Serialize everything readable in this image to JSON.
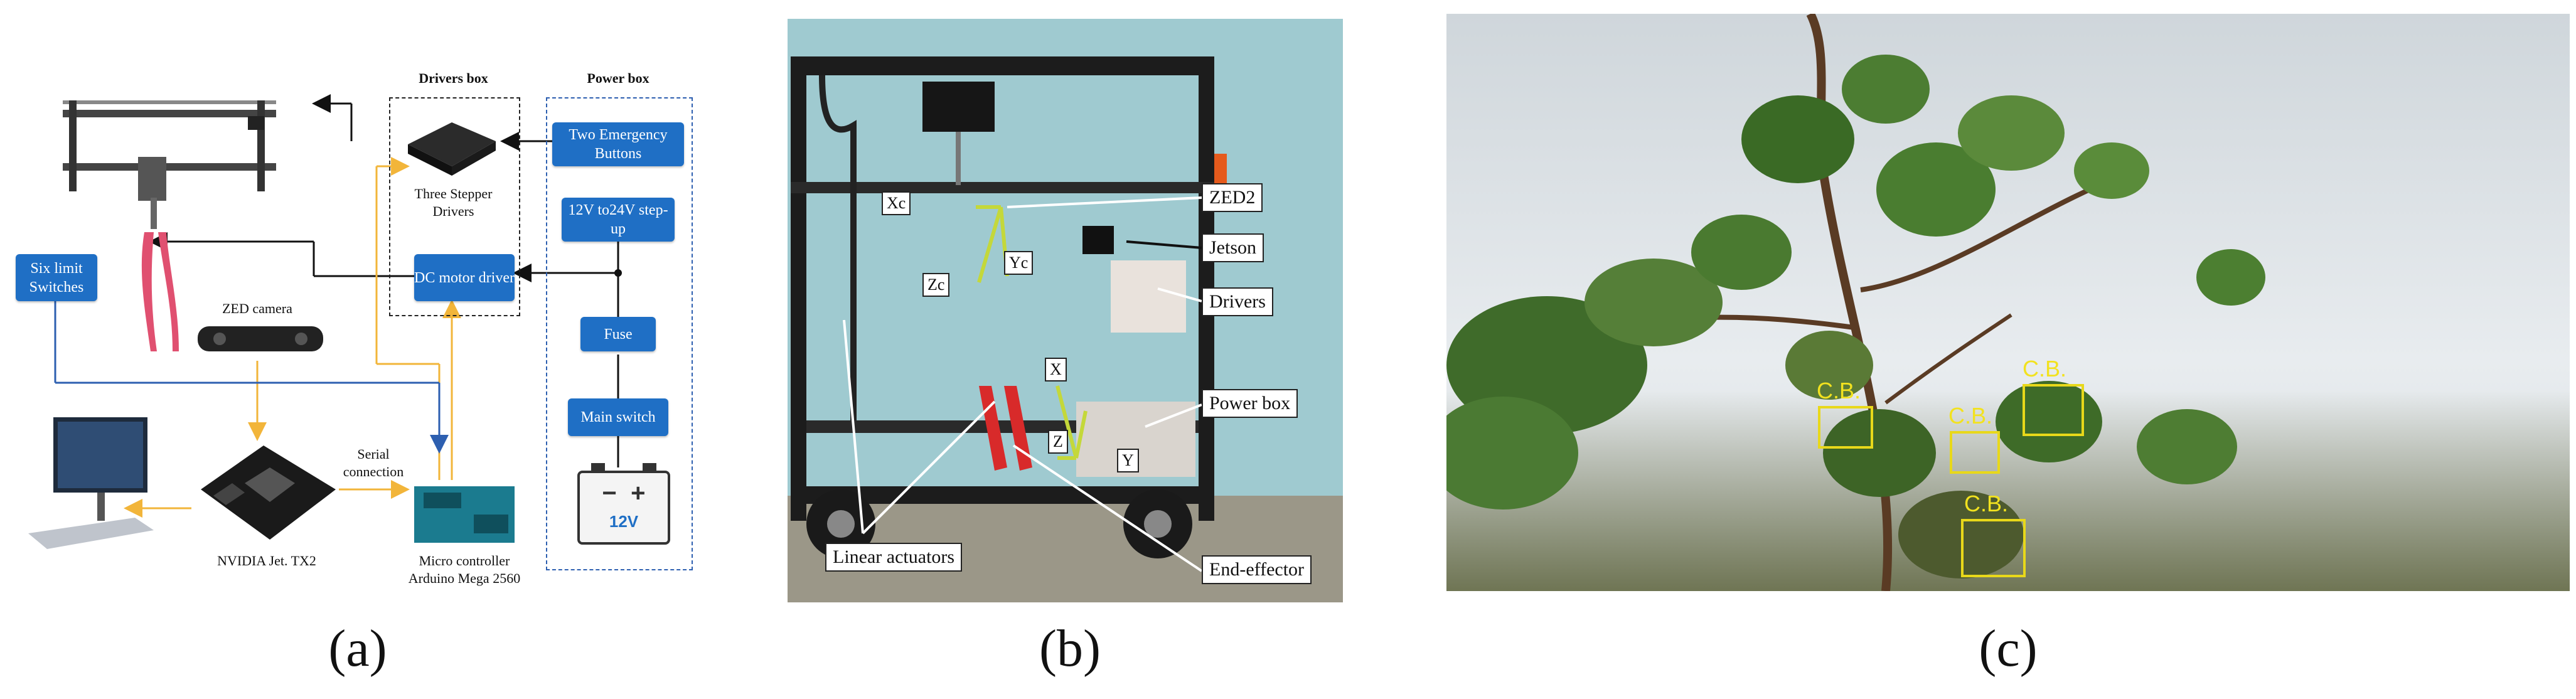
{
  "panel_a": {
    "caption": "(a)",
    "groups": {
      "drivers_box": "Drivers box",
      "power_box": "Power box"
    },
    "boxes": {
      "emergency": "Two Emergency Buttons",
      "stepup": "12V to24V step-up",
      "fuse": "Fuse",
      "main_switch": "Main switch",
      "dc_driver": "DC motor driver",
      "limit_switches": "Six limit Switches"
    },
    "labels": {
      "stepper": "Three Stepper Drivers",
      "zed": "ZED camera",
      "serial": "Serial connection",
      "jetson": "NVIDIA Jet. TX2",
      "mcu": "Micro controller Arduino Mega 2560"
    },
    "battery_label": "12V",
    "colors": {
      "box_blue": "#1f6fc5",
      "wire_yellow": "#f2b53a",
      "wire_blue": "#2d5fb0"
    }
  },
  "panel_b": {
    "caption": "(b)",
    "callouts": {
      "zed2": "ZED2",
      "jetson": "Jetson",
      "drivers": "Drivers",
      "power_box": "Power box",
      "linear": "Linear actuators",
      "end_effector": "End-effector"
    },
    "axes": {
      "xc": "Xc",
      "yc": "Yc",
      "zc": "Zc",
      "x": "X",
      "y": "Y",
      "z": "Z"
    }
  },
  "panel_c": {
    "caption": "(c)",
    "detections": [
      "C.B.",
      "C.B.",
      "C.B.",
      "C.B."
    ],
    "colors": {
      "box": "#e8d81a"
    }
  }
}
